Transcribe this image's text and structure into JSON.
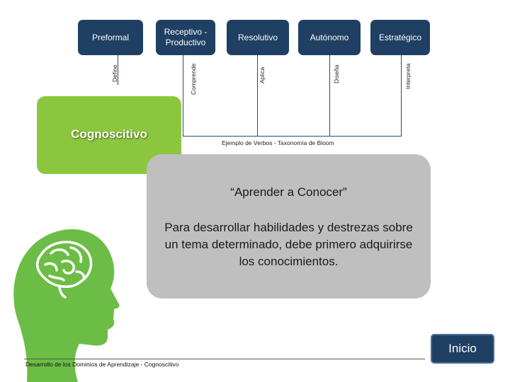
{
  "levels": [
    "Preformal",
    "Receptivo - Productivo",
    "Resolutivo",
    "Autónomo",
    "Estratégico"
  ],
  "verbs": [
    "Define",
    "Comprende",
    "Aplica",
    "Diseña",
    "Interpreta"
  ],
  "domain_label": "Cognoscitivo",
  "examples_caption": "Ejemplo de Verbos - Taxonomía de Bloom",
  "quote": "“Aprender a Conocer”",
  "description": "Para desarrollar habilidades y destrezas sobre un tema determinado, debe primero adquirirse los conocimientos.",
  "footer": "Desarrollo de los Dominios de Aprendizaje - Cognoscitivo",
  "inicio_label": "Inicio",
  "colors": {
    "navy": "#1f3f63",
    "green": "#8cc63f",
    "gray": "#bfbfbf"
  }
}
